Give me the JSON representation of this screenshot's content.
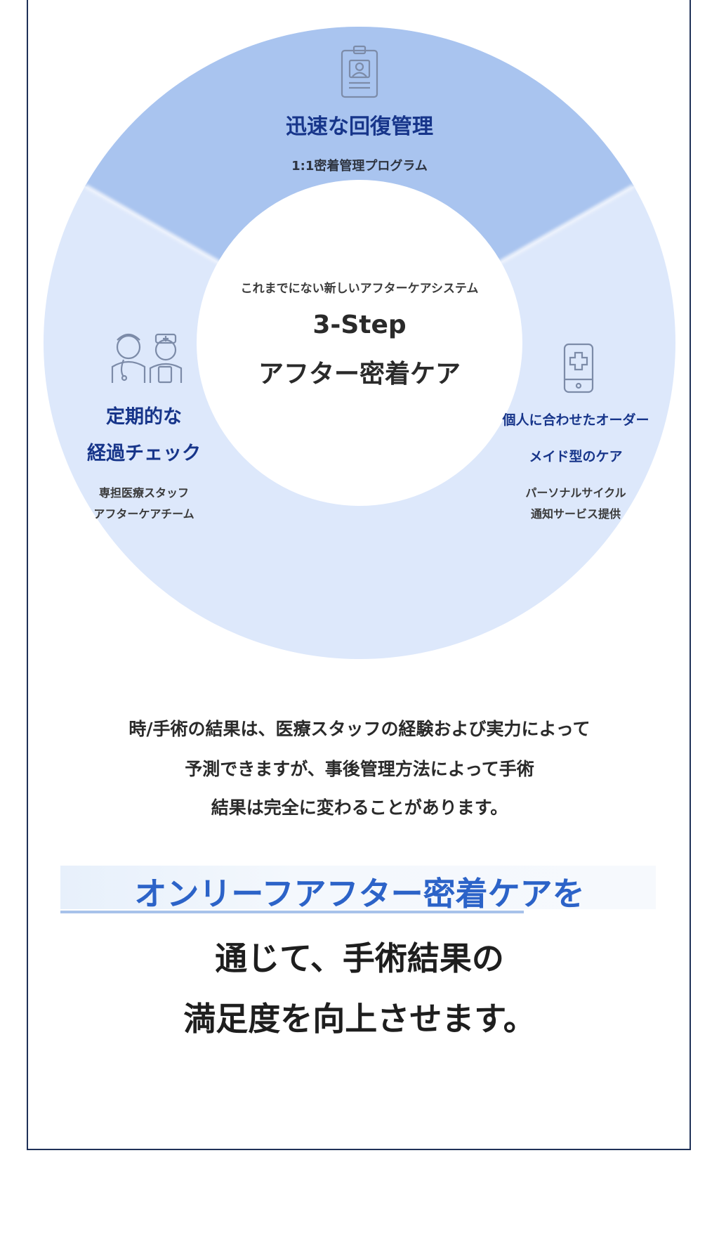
{
  "diagram": {
    "top": {
      "title": "迅速な回復管理",
      "subtitle": "1:1密着管理プログラム",
      "icon": "id-card-icon"
    },
    "center": {
      "caption": "これまでにない新しいアフターケアシステム",
      "title_line1": "3-Step",
      "title_line2": "アフター密着ケア"
    },
    "left": {
      "title_line1": "定期的な",
      "title_line2": "経過チェック",
      "sub_line1": "専担医療スタッフ",
      "sub_line2": "アフターケアチーム",
      "icon": "medical-staff-icon"
    },
    "right": {
      "title_line1": "個人に合わせたオーダー",
      "title_line2": "メイド型のケア",
      "sub_line1": "パーソナルサイクル",
      "sub_line2": "通知サービス提供",
      "icon": "phone-medical-icon"
    },
    "colors": {
      "top_segment": "#a9c4ef",
      "side_segments": "#dde8fb",
      "title_text": "#17358a"
    }
  },
  "body_text": {
    "line1": "時/手術の結果は、医療スタッフの経験および実力によって",
    "line2": "予測できますが、事後管理方法によって手術",
    "line3": "結果は完全に変わることがあります。"
  },
  "closing": {
    "highlight": "オンリーフアフター密着ケアを",
    "line2": "通じて、手術結果の",
    "line3": "満足度を向上させます。",
    "highlight_color": "#2c63c8"
  }
}
